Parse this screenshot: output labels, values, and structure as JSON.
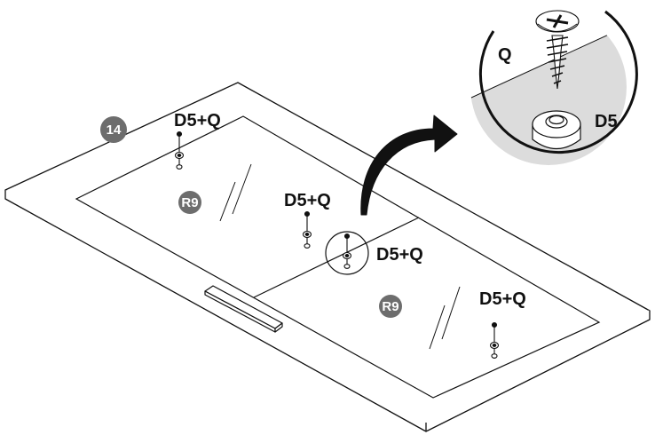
{
  "step_badge": "14",
  "panel_badges": [
    "R9",
    "R9"
  ],
  "fastener_labels": [
    "D5+Q",
    "D5+Q",
    "D5+Q",
    "D5+Q"
  ],
  "detail": {
    "screw_label": "Q",
    "dowel_label": "D5"
  },
  "colors": {
    "line": "#111111",
    "badge_fill": "#6d6d6d",
    "detail_shade": "#dcdcdc"
  }
}
